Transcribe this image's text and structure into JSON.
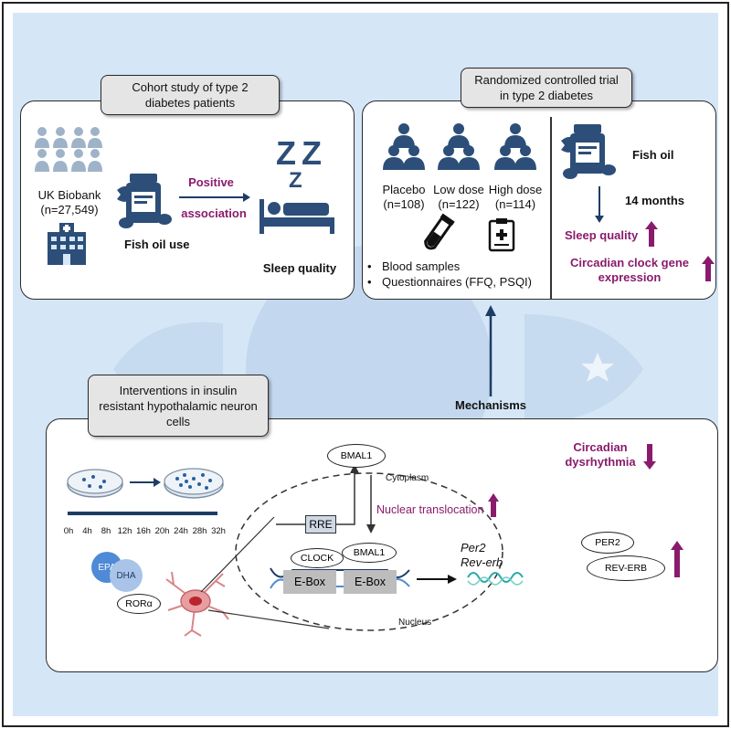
{
  "cohort": {
    "title": "Cohort study of type 2 diabetes patients",
    "cohort_name": "UK Biobank",
    "cohort_n": "(n=27,549)",
    "exposure": "Fish oil use",
    "assoc_1": "Positive",
    "assoc_2": "association",
    "outcome": "Sleep quality",
    "sleep_glyph_big": "Z",
    "sleep_glyph_small": "Z"
  },
  "rct": {
    "title": "Randomized controlled trial in type 2 diabetes",
    "groups": [
      {
        "label": "Placebo",
        "n": "(n=108)"
      },
      {
        "label": "Low dose",
        "n": "(n=122)"
      },
      {
        "label": "High dose",
        "n": "(n=114)"
      }
    ],
    "measures": [
      "Blood samples",
      "Questionnaires (FFQ, PSQI)"
    ],
    "bullet": "•",
    "intervention": "Fish oil",
    "duration": "14 months",
    "result_1": "Sleep quality",
    "result_2_line1": "Circadian clock gene",
    "result_2_line2": "expression"
  },
  "mechanisms_label": "Mechanisms",
  "cells": {
    "title": "Interventions in insulin resistant hypothalamic neuron cells",
    "timepoints": [
      "0h",
      "4h",
      "8h",
      "12h",
      "16h",
      "20h",
      "24h",
      "28h",
      "32h"
    ],
    "epa": "EPA",
    "dha": "DHA",
    "rora": "RORα",
    "bmal1_top": "BMAL1",
    "cytoplasm": "Cytoplasm",
    "nuclear_translocation": "Nuclear translocation",
    "rre": "RRE",
    "clock": "CLOCK",
    "bmal1_inner": "BMAL1",
    "ebox_1": "E-Box",
    "ebox_2": "E-Box",
    "per2": "Per2",
    "reverb": "Rev-erb",
    "nucleus": "Nucleus",
    "dysrhythmia_1": "Circadian",
    "dysrhythmia_2": "dysrhythmia",
    "per2_protein": "PER2",
    "reverb_protein": "REV-ERB"
  },
  "colors": {
    "accent": "#8a1b6c",
    "navy": "#1e3d66",
    "people": "#2c4e78",
    "people_faded": "#9fb3c8",
    "background": "#d5e6f7"
  }
}
